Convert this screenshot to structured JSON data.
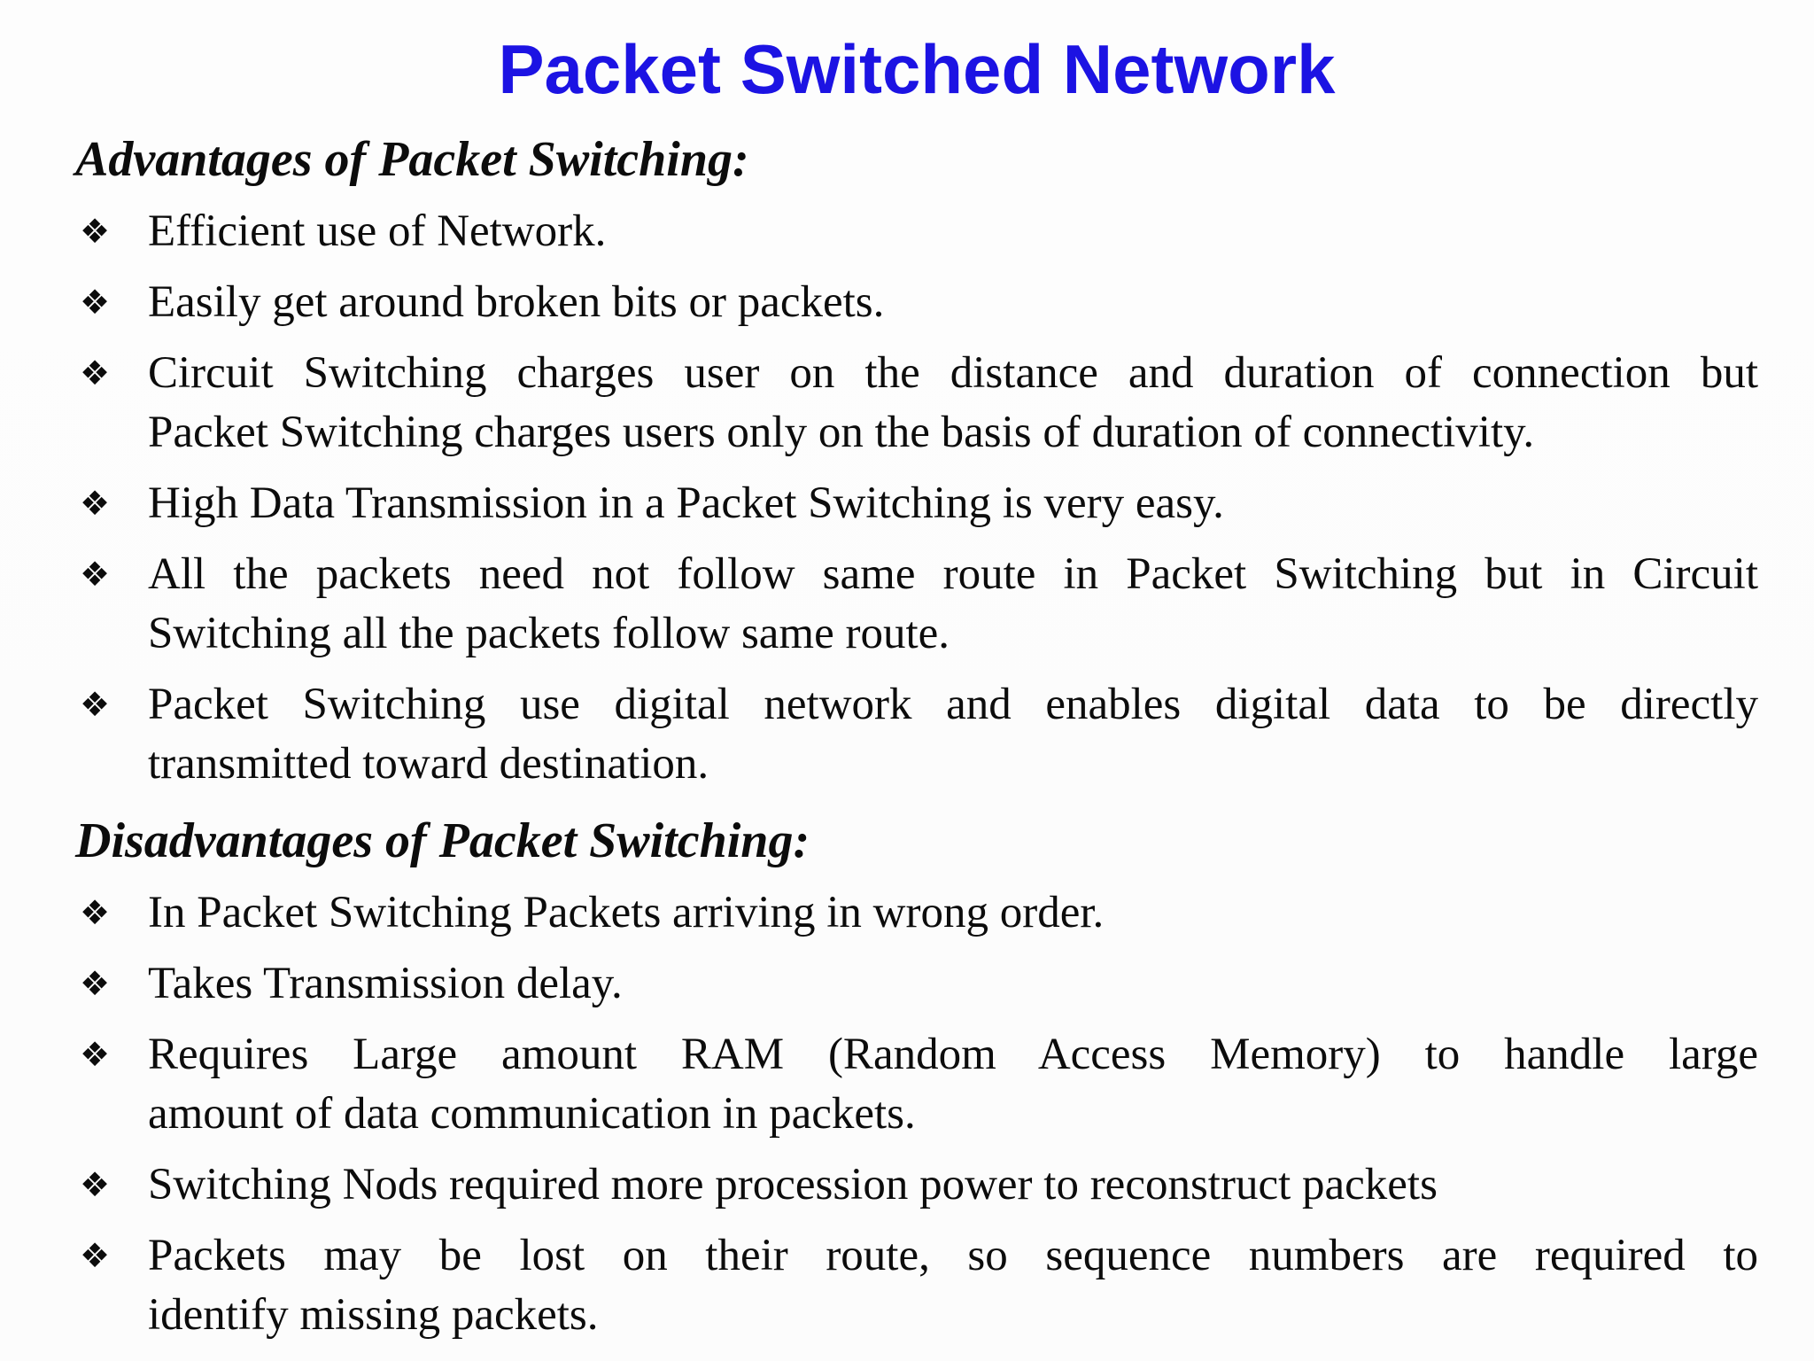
{
  "title": {
    "text": "Packet Switched Network",
    "color": "#1c13e3"
  },
  "list": {
    "bullet_glyph": "❖"
  },
  "colors": {
    "body_text": "#0c0c0c",
    "background": "#fdfdfd"
  },
  "sections": [
    {
      "heading": "Advantages of Packet Switching:",
      "items": [
        {
          "lines": [
            "Efficient use of Network."
          ]
        },
        {
          "lines": [
            "Easily get around broken bits or packets."
          ]
        },
        {
          "lines": [
            "Circuit Switching charges user on the distance and duration of connection but",
            "Packet Switching charges users only on the basis of duration of connectivity."
          ]
        },
        {
          "lines": [
            "High Data Transmission in a Packet Switching is very easy."
          ]
        },
        {
          "lines": [
            "All the packets need not follow same route in Packet Switching but in Circuit",
            "Switching all the packets follow same route."
          ]
        },
        {
          "lines": [
            "Packet Switching use digital network and enables digital data to be directly",
            "transmitted toward destination."
          ]
        }
      ]
    },
    {
      "heading": "Disadvantages of Packet Switching:",
      "items": [
        {
          "lines": [
            "In Packet Switching Packets arriving in wrong order."
          ]
        },
        {
          "lines": [
            "Takes Transmission delay."
          ]
        },
        {
          "lines": [
            "Requires Large amount RAM (Random Access Memory) to handle large",
            "amount of data communication in packets."
          ]
        },
        {
          "lines": [
            "Switching Nods required more procession power to reconstruct packets"
          ]
        },
        {
          "lines": [
            "Packets may be lost on their route, so sequence numbers are required to",
            "identify missing packets."
          ]
        }
      ]
    }
  ]
}
